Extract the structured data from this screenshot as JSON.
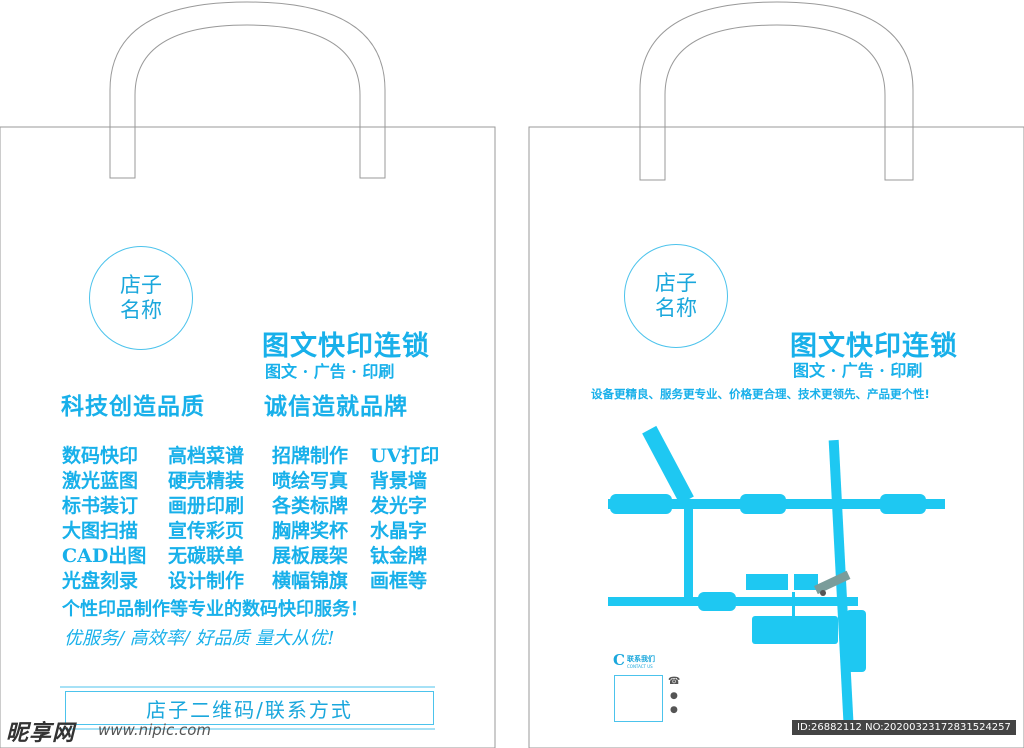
{
  "left_bag": {
    "shop_name_line1": "店子",
    "shop_name_line2": "名称",
    "brand": "图文快印连锁",
    "sub": "图文 · 广告 · 印刷",
    "slogan_left": "科技创造品质",
    "slogan_right": "诚信造就品牌",
    "services": [
      [
        "数码快印",
        "高档菜谱",
        "招牌制作",
        "UV打印"
      ],
      [
        "激光蓝图",
        "硬壳精装",
        "喷绘写真",
        "背景墙"
      ],
      [
        "标书装订",
        "画册印刷",
        "各类标牌",
        "发光字"
      ],
      [
        "大图扫描",
        "宣传彩页",
        "胸牌奖杯",
        "水晶字"
      ],
      [
        "CAD出图",
        "无碳联单",
        "展板展架",
        "钛金牌"
      ],
      [
        "光盘刻录",
        "设计制作",
        "横幅锦旗",
        "画框等"
      ]
    ],
    "service_line": "个性印品制作等专业的数码快印服务！",
    "tagline": "优服务/ 高效率/ 好品质  量大从优!",
    "qr_text": "店子二维码/联系方式"
  },
  "right_bag": {
    "shop_name_line1": "店子",
    "shop_name_line2": "名称",
    "brand": "图文快印连锁",
    "sub": "图文 · 广告 · 印刷",
    "slogan": "设备更精良、服务更专业、价格更合理、技术更领先、产品更个性!",
    "contact_title": "联系我们",
    "contact_sub": "CONTACT US"
  },
  "watermark": {
    "logo": "昵享网",
    "url": "www.nipic.com",
    "id": "ID:26882112 NO:20200323172831524257"
  },
  "colors": {
    "accent": "#18b0ea",
    "map_road": "#1ec8f2",
    "outline": "#999999"
  }
}
